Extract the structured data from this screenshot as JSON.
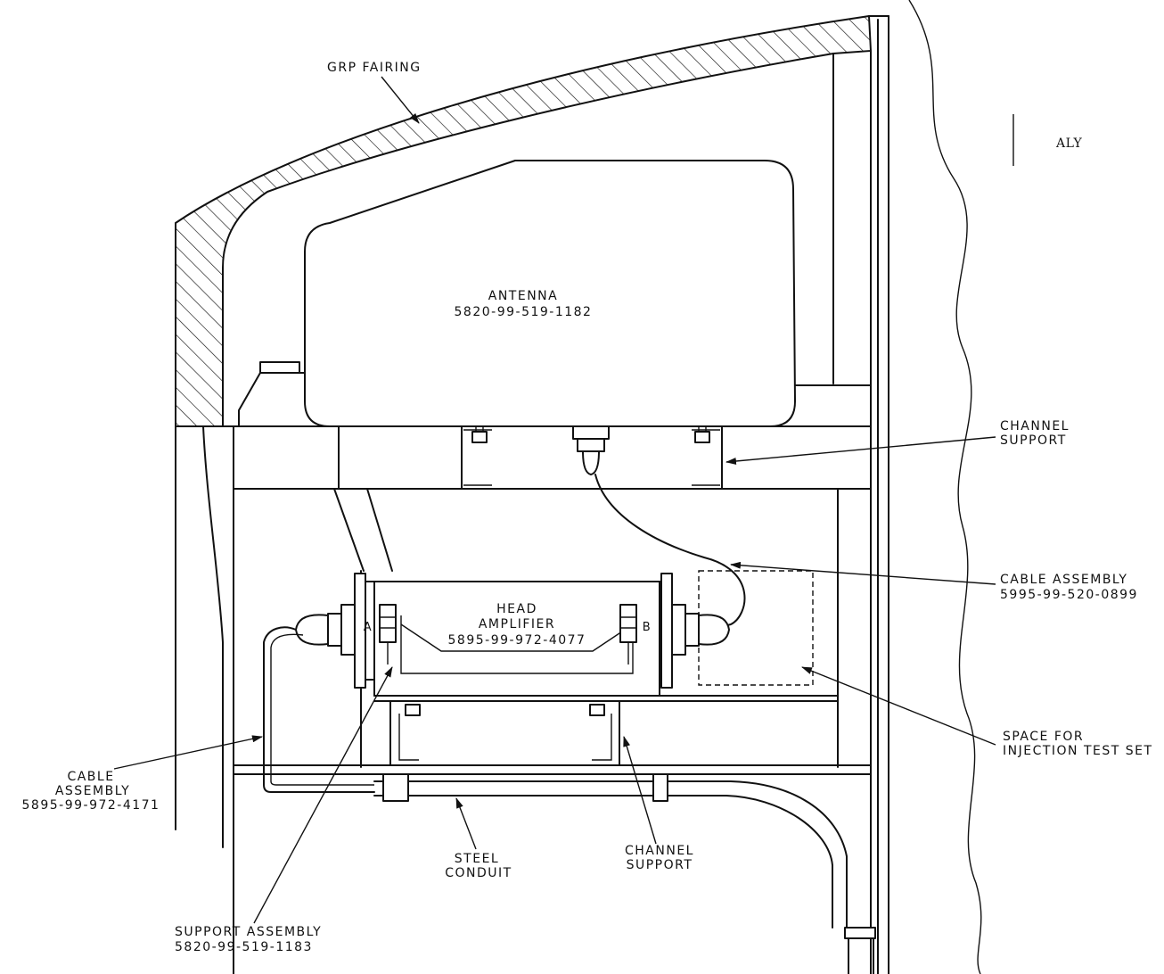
{
  "labels": {
    "grp_fairing": "GRP FAIRING",
    "aly": "ALY",
    "antenna_name": "ANTENNA",
    "antenna_part": "5820-99-519-1182",
    "channel_support_top_l1": "CHANNEL",
    "channel_support_top_l2": "SUPPORT",
    "cable_assembly_right_l1": "CABLE ASSEMBLY",
    "cable_assembly_right_part": "5995-99-520-0899",
    "head_amp_l1": "HEAD",
    "head_amp_l2": "AMPLIFIER",
    "head_amp_part": "5895-99-972-4077",
    "connector_a": "A",
    "connector_b": "B",
    "space_l1": "SPACE FOR",
    "space_l2": "INJECTION TEST SET",
    "cable_assembly_left_l1": "CABLE",
    "cable_assembly_left_l2": "ASSEMBLY",
    "cable_assembly_left_part": "5895-99-972-4171",
    "steel_conduit_l1": "STEEL",
    "steel_conduit_l2": "CONDUIT",
    "channel_support_bottom_l1": "CHANNEL",
    "channel_support_bottom_l2": "SUPPORT",
    "support_assembly_l1": "SUPPORT ASSEMBLY",
    "support_assembly_part": "5820-99-519-1183"
  },
  "colors": {
    "line": "#111111",
    "background": "#ffffff"
  }
}
